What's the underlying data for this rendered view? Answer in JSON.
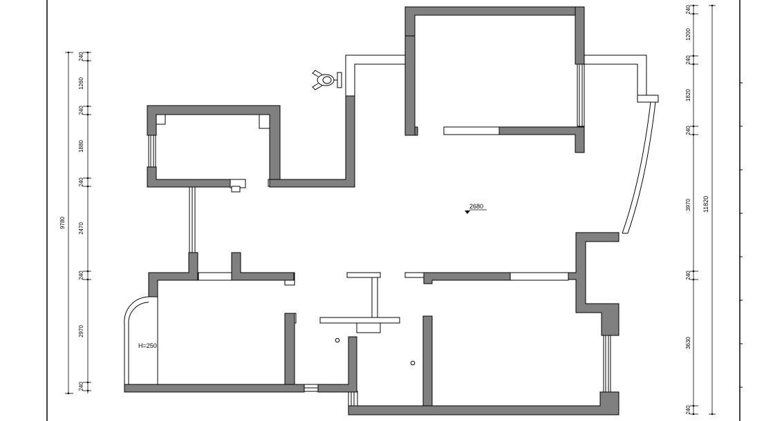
{
  "colors": {
    "wall_fill": "#808080",
    "line": "#000000",
    "background": "#ffffff"
  },
  "left_dimensions": {
    "total": "9780",
    "segments": [
      "240",
      "1260",
      "240",
      "1880",
      "240",
      "2470",
      "240",
      "2970",
      "240"
    ]
  },
  "right_dimensions": {
    "total": "11820",
    "segments": [
      "240",
      "1200",
      "240",
      "1820",
      "240",
      "3970",
      "240",
      "3630",
      "240"
    ]
  },
  "annotations": {
    "ceiling_height": "2680",
    "step_height": "H=250"
  },
  "icons": {
    "fixture": "toilet-icon",
    "level_marker": "elevation-marker-icon"
  }
}
